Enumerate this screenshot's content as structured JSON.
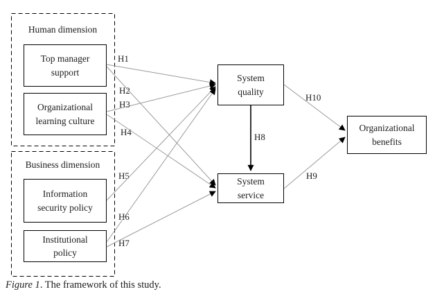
{
  "diagram": {
    "groups": [
      {
        "label": "Human dimension"
      },
      {
        "label": "Business dimension"
      }
    ],
    "nodes": {
      "top_manager_support": {
        "label": "Top manager\nsupport"
      },
      "organizational_learning_culture": {
        "label": "Organizational\nlearning culture"
      },
      "information_security_policy": {
        "label": "Information\nsecurity policy"
      },
      "institutional_policy": {
        "label": "Institutional\npolicy"
      },
      "system_quality": {
        "label": "System\nquality"
      },
      "system_service": {
        "label": "System\nservice"
      },
      "organizational_benefits": {
        "label": "Organizational\nbenefits"
      }
    },
    "edges": [
      {
        "label": "H1",
        "from": "top_manager_support",
        "to": "system_quality"
      },
      {
        "label": "H2",
        "from": "top_manager_support",
        "to": "system_service"
      },
      {
        "label": "H3",
        "from": "organizational_learning_culture",
        "to": "system_quality"
      },
      {
        "label": "H4",
        "from": "organizational_learning_culture",
        "to": "system_service"
      },
      {
        "label": "H5",
        "from": "information_security_policy",
        "to": "system_quality"
      },
      {
        "label": "H6",
        "from": "institutional_policy",
        "to": "system_quality"
      },
      {
        "label": "H7",
        "from": "institutional_policy",
        "to": "system_service"
      },
      {
        "label": "H8",
        "from": "system_quality",
        "to": "system_service"
      },
      {
        "label": "H9",
        "from": "system_service",
        "to": "organizational_benefits"
      },
      {
        "label": "H10",
        "from": "system_quality",
        "to": "organizational_benefits"
      }
    ],
    "caption": {
      "figure_label": "Figure 1",
      "text": ". The framework of this study."
    },
    "colors": {
      "background": "#ffffff",
      "box_border": "#000000",
      "text": "#1c1c1c",
      "connector_line": "#9a9a9a",
      "strong_line": "#000000",
      "arrowhead": "#000000"
    }
  }
}
